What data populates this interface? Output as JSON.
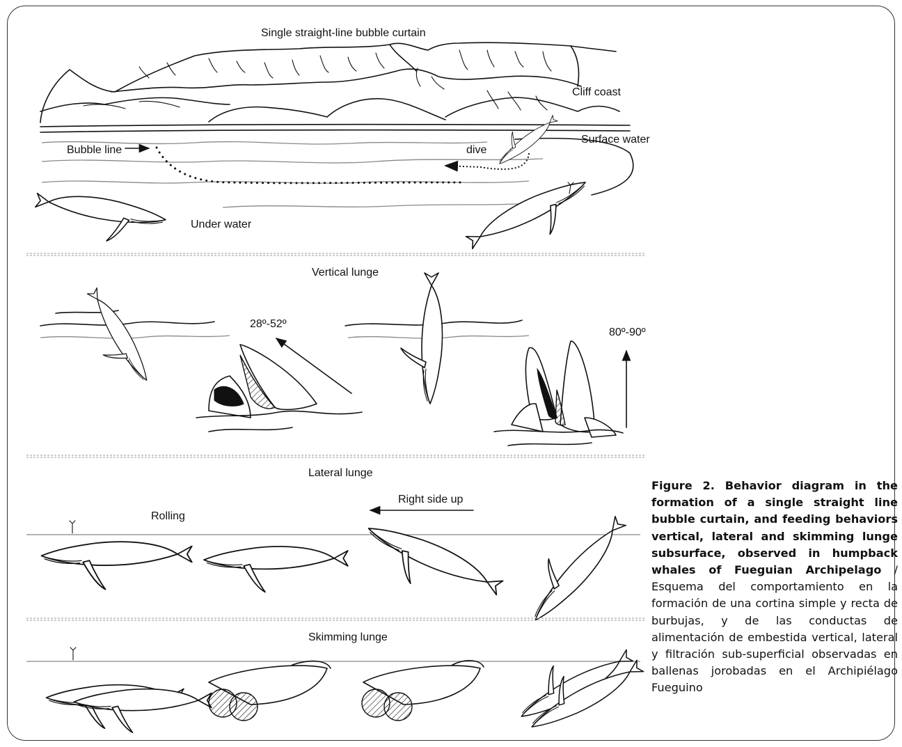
{
  "figure": {
    "sections": {
      "bubble_curtain": {
        "title": "Single straight-line bubble curtain",
        "labels": {
          "cliff_coast": "Cliff coast",
          "surface_water": "Surface water",
          "bubble_line": "Bubble line",
          "dive": "dive",
          "under_water": "Under water"
        }
      },
      "vertical_lunge": {
        "title": "Vertical lunge",
        "angle_left": "28º-52º",
        "angle_right": "80º-90º"
      },
      "lateral_lunge": {
        "title": "Lateral lunge",
        "rolling": "Rolling",
        "right_side_up": "Right side up"
      },
      "skimming_lunge": {
        "title": "Skimming lunge"
      }
    },
    "caption": {
      "english": "Figure 2. Behavior diagram in the formation of a single straight line bubble curtain, and feeding behaviors vertical, lateral and skimming lunge subsurface, observed in humpback whales of Fueguian Archipelago",
      "separator": " / ",
      "spanish": "Esquema del comportamiento en la formación de una cortina simple y recta de burbujas, y de las conductas de alimentación de embestida vertical, lateral y filtración sub-superficial observadas en ballenas jorobadas en el Archipiélago Fueguino"
    }
  }
}
